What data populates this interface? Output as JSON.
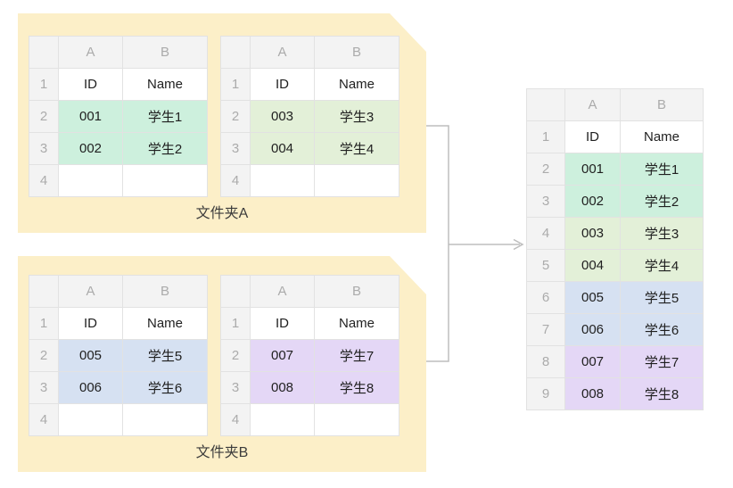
{
  "colors": {
    "folder_fill": "#FCEFC8",
    "mint": "#CDF0DD",
    "green": "#E3F0D8",
    "blue": "#D6E1F2",
    "purple": "#E4D7F6",
    "arrow": "#BDBDBD",
    "header_fill": "#F3F3F3",
    "header_text": "#ABABAB"
  },
  "folder_a": {
    "label": "文件夹A",
    "table1": {
      "cols": [
        "A",
        "B"
      ],
      "r1": [
        "1",
        "ID",
        "Name"
      ],
      "r2": [
        "2",
        "001",
        "学生1"
      ],
      "r3": [
        "3",
        "002",
        "学生2"
      ],
      "r4": [
        "4",
        "",
        ""
      ]
    },
    "table2": {
      "cols": [
        "A",
        "B"
      ],
      "r1": [
        "1",
        "ID",
        "Name"
      ],
      "r2": [
        "2",
        "003",
        "学生3"
      ],
      "r3": [
        "3",
        "004",
        "学生4"
      ],
      "r4": [
        "4",
        "",
        ""
      ]
    }
  },
  "folder_b": {
    "label": "文件夹B",
    "table1": {
      "cols": [
        "A",
        "B"
      ],
      "r1": [
        "1",
        "ID",
        "Name"
      ],
      "r2": [
        "2",
        "005",
        "学生5"
      ],
      "r3": [
        "3",
        "006",
        "学生6"
      ],
      "r4": [
        "4",
        "",
        ""
      ]
    },
    "table2": {
      "cols": [
        "A",
        "B"
      ],
      "r1": [
        "1",
        "ID",
        "Name"
      ],
      "r2": [
        "2",
        "007",
        "学生7"
      ],
      "r3": [
        "3",
        "008",
        "学生8"
      ],
      "r4": [
        "4",
        "",
        ""
      ]
    }
  },
  "merged_table": {
    "cols": [
      "A",
      "B"
    ],
    "rows": [
      [
        "1",
        "ID",
        "Name"
      ],
      [
        "2",
        "001",
        "学生1"
      ],
      [
        "3",
        "002",
        "学生2"
      ],
      [
        "4",
        "003",
        "学生3"
      ],
      [
        "5",
        "004",
        "学生4"
      ],
      [
        "6",
        "005",
        "学生5"
      ],
      [
        "7",
        "006",
        "学生6"
      ],
      [
        "8",
        "007",
        "学生7"
      ],
      [
        "9",
        "008",
        "学生8"
      ]
    ]
  }
}
